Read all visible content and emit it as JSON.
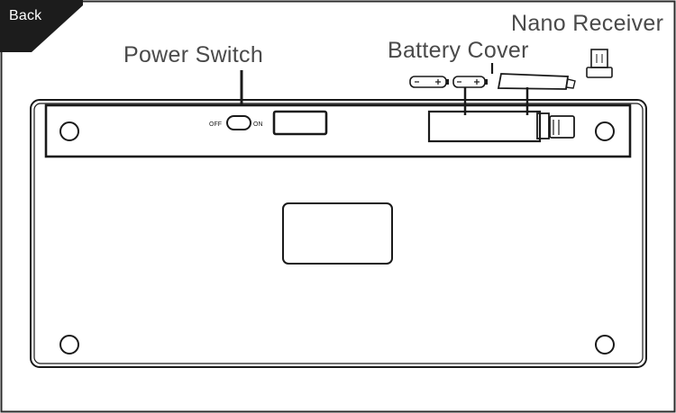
{
  "nav": {
    "back_label": "Back"
  },
  "diagram": {
    "callouts": {
      "power_switch": "Power Switch",
      "battery_cover": "Battery Cover",
      "nano_receiver": "Nano Receiver"
    },
    "switch_labels": {
      "off": "OFF",
      "on": "ON"
    },
    "battery_polarity": {
      "minus": "−",
      "plus": "+"
    }
  }
}
